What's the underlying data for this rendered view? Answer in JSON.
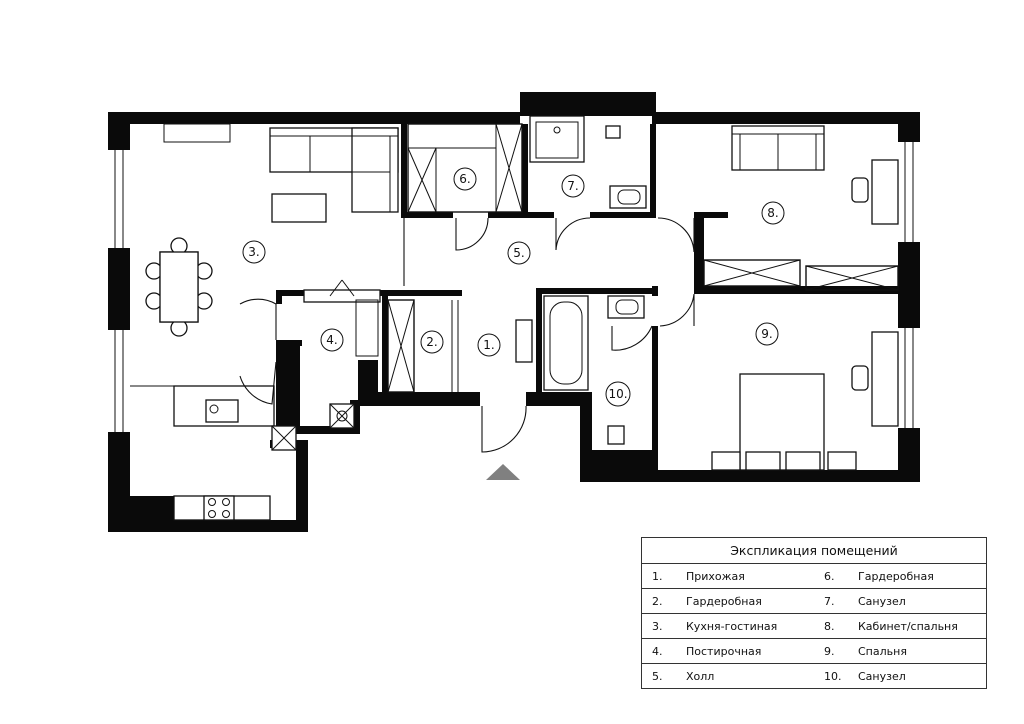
{
  "rooms": [
    {
      "id": "1",
      "label": "1."
    },
    {
      "id": "2",
      "label": "2."
    },
    {
      "id": "3",
      "label": "3."
    },
    {
      "id": "4",
      "label": "4."
    },
    {
      "id": "5",
      "label": "5."
    },
    {
      "id": "6",
      "label": "6."
    },
    {
      "id": "7",
      "label": "7."
    },
    {
      "id": "8",
      "label": "8."
    },
    {
      "id": "9",
      "label": "9."
    },
    {
      "id": "10",
      "label": "10."
    }
  ],
  "legend": {
    "title": "Экспликация помещений",
    "rows": [
      {
        "left": {
          "num": "1.",
          "name": "Прихожая"
        },
        "right": {
          "num": "6.",
          "name": "Гардеробная"
        }
      },
      {
        "left": {
          "num": "2.",
          "name": "Гардеробная"
        },
        "right": {
          "num": "7.",
          "name": "Санузел"
        }
      },
      {
        "left": {
          "num": "3.",
          "name": "Кухня-гостиная"
        },
        "right": {
          "num": "8.",
          "name": "Кабинет/спальня"
        }
      },
      {
        "left": {
          "num": "4.",
          "name": "Постирочная"
        },
        "right": {
          "num": "9.",
          "name": "Спальня"
        }
      },
      {
        "left": {
          "num": "5.",
          "name": "Холл"
        },
        "right": {
          "num": "10.",
          "name": "Санузел"
        }
      }
    ]
  },
  "colors": {
    "wall": "#0a0a0a",
    "line": "#111111",
    "background": "#ffffff",
    "entrance": "#808080"
  }
}
